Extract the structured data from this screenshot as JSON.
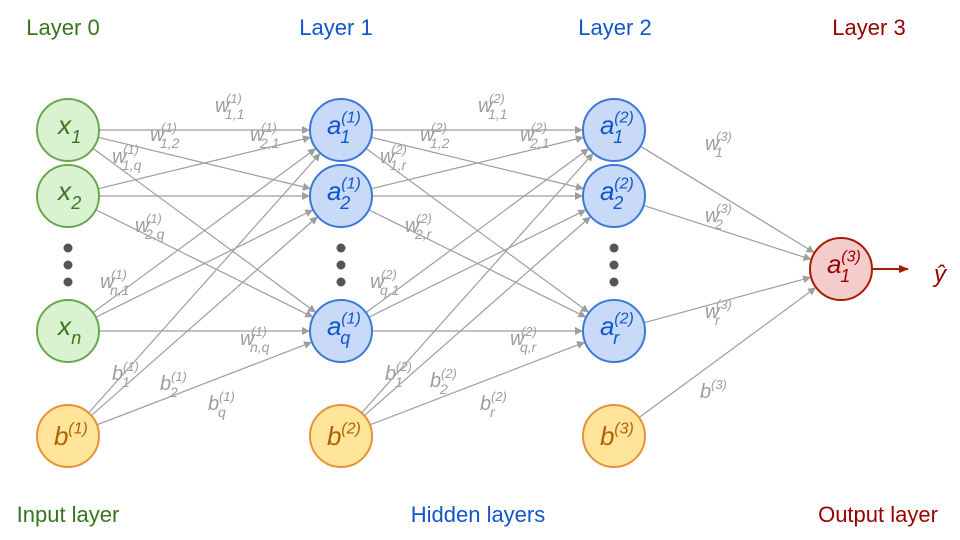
{
  "colors": {
    "input": {
      "fill": "#d9f2d0",
      "stroke": "#6aa84f",
      "text": "#38761d"
    },
    "hidden": {
      "fill": "#c9daf8",
      "stroke": "#3c78d8",
      "text": "#1155cc"
    },
    "output": {
      "fill": "#f4cccc",
      "stroke": "#a61c00",
      "text": "#990000"
    },
    "bias": {
      "fill": "#ffe599",
      "stroke": "#e69138",
      "text": "#b45f06"
    },
    "edge": "#9e9e9e",
    "dots": "#555555"
  },
  "headers": [
    {
      "text": "Layer 0",
      "group": "input"
    },
    {
      "text": "Layer 1",
      "group": "hidden"
    },
    {
      "text": "Layer 2",
      "group": "hidden"
    },
    {
      "text": "Layer 3",
      "group": "output"
    }
  ],
  "footers": [
    {
      "text": "Input layer",
      "group": "input"
    },
    {
      "text": "Hidden layers",
      "group": "hidden"
    },
    {
      "text": "Output layer",
      "group": "output"
    }
  ],
  "nodes": [
    {
      "id": "x1",
      "main": "x",
      "sub": "1",
      "sup": "",
      "group": "input"
    },
    {
      "id": "x2",
      "main": "x",
      "sub": "2",
      "sup": "",
      "group": "input"
    },
    {
      "id": "xn",
      "main": "x",
      "sub": "n",
      "sup": "",
      "group": "input"
    },
    {
      "id": "b1",
      "main": "b",
      "sub": "",
      "sup": "(1)",
      "group": "bias"
    },
    {
      "id": "a11",
      "main": "a",
      "sub": "1",
      "sup": "(1)",
      "group": "hidden"
    },
    {
      "id": "a21",
      "main": "a",
      "sub": "2",
      "sup": "(1)",
      "group": "hidden"
    },
    {
      "id": "aq1",
      "main": "a",
      "sub": "q",
      "sup": "(1)",
      "group": "hidden"
    },
    {
      "id": "b2",
      "main": "b",
      "sub": "",
      "sup": "(2)",
      "group": "bias"
    },
    {
      "id": "a12",
      "main": "a",
      "sub": "1",
      "sup": "(2)",
      "group": "hidden"
    },
    {
      "id": "a22",
      "main": "a",
      "sub": "2",
      "sup": "(2)",
      "group": "hidden"
    },
    {
      "id": "ar2",
      "main": "a",
      "sub": "r",
      "sup": "(2)",
      "group": "hidden"
    },
    {
      "id": "b3",
      "main": "b",
      "sub": "",
      "sup": "(3)",
      "group": "bias"
    },
    {
      "id": "a13",
      "main": "a",
      "sub": "1",
      "sup": "(3)",
      "group": "output"
    }
  ],
  "edge_labels": [
    {
      "main": "w",
      "sub": "1,1",
      "sup": "(1)"
    },
    {
      "main": "w",
      "sub": "1,2",
      "sup": "(1)"
    },
    {
      "main": "w",
      "sub": "2,1",
      "sup": "(1)"
    },
    {
      "main": "w",
      "sub": "1,q",
      "sup": "(1)"
    },
    {
      "main": "w",
      "sub": "2,q",
      "sup": "(1)"
    },
    {
      "main": "w",
      "sub": "n,1",
      "sup": "(1)"
    },
    {
      "main": "w",
      "sub": "n,q",
      "sup": "(1)"
    },
    {
      "main": "b",
      "sub": "1",
      "sup": "(1)"
    },
    {
      "main": "b",
      "sub": "2",
      "sup": "(1)"
    },
    {
      "main": "b",
      "sub": "q",
      "sup": "(1)"
    },
    {
      "main": "w",
      "sub": "1,1",
      "sup": "(2)"
    },
    {
      "main": "w",
      "sub": "1,2",
      "sup": "(2)"
    },
    {
      "main": "w",
      "sub": "2,1",
      "sup": "(2)"
    },
    {
      "main": "w",
      "sub": "1,r",
      "sup": "(2)"
    },
    {
      "main": "w",
      "sub": "2,r",
      "sup": "(2)"
    },
    {
      "main": "w",
      "sub": "q,1",
      "sup": "(2)"
    },
    {
      "main": "w",
      "sub": "q,r",
      "sup": "(2)"
    },
    {
      "main": "b",
      "sub": "1",
      "sup": "(2)"
    },
    {
      "main": "b",
      "sub": "2",
      "sup": "(2)"
    },
    {
      "main": "b",
      "sub": "r",
      "sup": "(2)"
    },
    {
      "main": "w",
      "sub": "1",
      "sup": "(3)"
    },
    {
      "main": "w",
      "sub": "2",
      "sup": "(3)"
    },
    {
      "main": "w",
      "sub": "r",
      "sup": "(3)"
    },
    {
      "main": "b",
      "sub": "",
      "sup": "(3)"
    }
  ],
  "output_label": "ŷ"
}
